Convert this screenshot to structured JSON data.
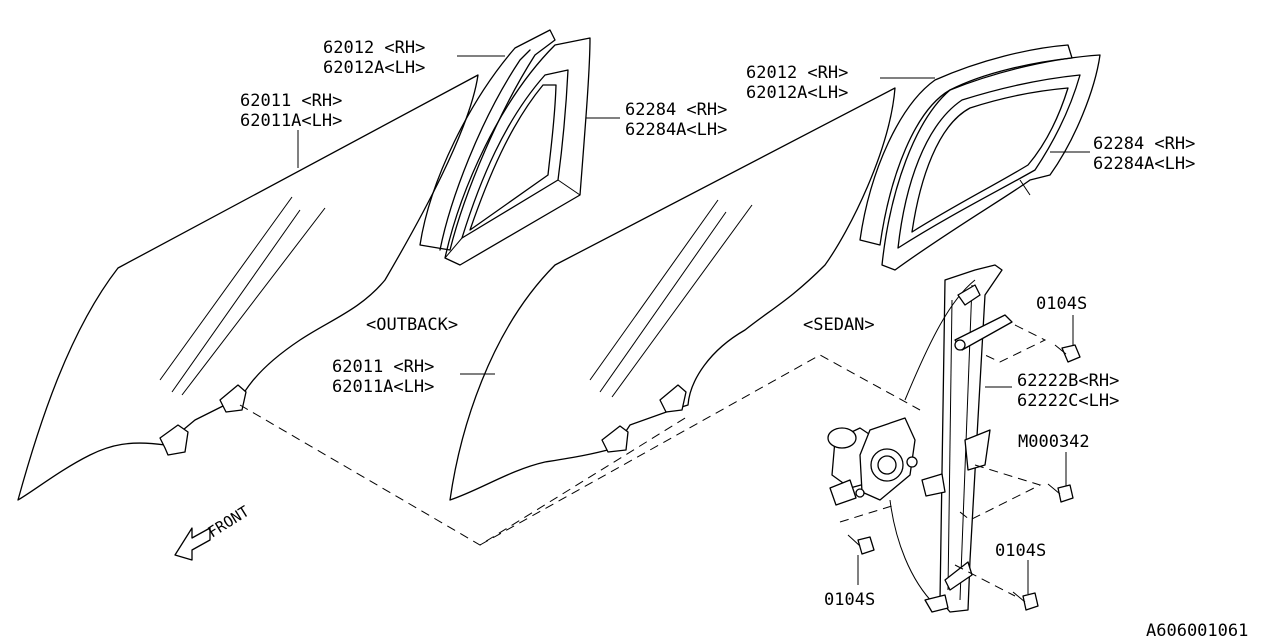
{
  "labels": {
    "glass_outback": [
      "62011 <RH>",
      "62011A<LH>"
    ],
    "sash_outback": [
      "62012 <RH>",
      "62012A<LH>"
    ],
    "weatherstrip_outback": [
      "62284 <RH>",
      "62284A<LH>"
    ],
    "glass_sedan": [
      "62011 <RH>",
      "62011A<LH>"
    ],
    "sash_sedan": [
      "62012 <RH>",
      "62012A<LH>"
    ],
    "weatherstrip_sedan": [
      "62284 <RH>",
      "62284A<LH>"
    ],
    "regulator": [
      "62222B<RH>",
      "62222C<LH>"
    ],
    "bolt_top": "0104S",
    "bolt_mid": "M000342",
    "bolt_right_low": "0104S",
    "bolt_left_low": "0104S"
  },
  "variants": {
    "outback": "<OUTBACK>",
    "sedan": "<SEDAN>"
  },
  "direction": "FRONT",
  "figure_id": "A606001061"
}
